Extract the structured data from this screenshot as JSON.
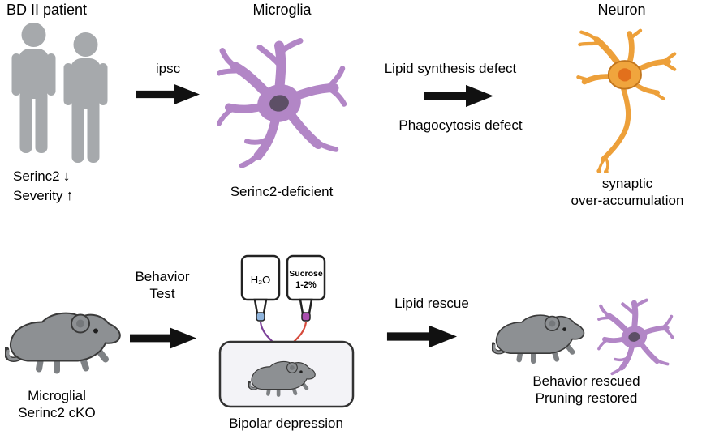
{
  "colors": {
    "person_gray": "#a6a9ac",
    "microglia_purple": "#b286c6",
    "microglia_nucleus": "#5d4f66",
    "neuron_orange": "#f0a53d",
    "neuron_nucleus": "#e2701c",
    "mouse_gray": "#8d9093",
    "arrow_black": "#111111",
    "water_cap_blue": "#8fb4dc",
    "sucrose_cap_purple": "#aa4fae",
    "drip_left_purple": "#7b3f98",
    "drip_right_red": "#d64a3b"
  },
  "top": {
    "patient_title": "BD II patient",
    "serinc2_label": "Serinc2",
    "serinc2_arrow": "↓",
    "severity_label": "Severity",
    "severity_arrow": "↑",
    "ipsc_label": "ipsc",
    "microglia_title": "Microglia",
    "microglia_caption": "Serinc2-deficient",
    "defect_label_1": "Lipid synthesis defect",
    "defect_label_2": "Phagocytosis defect",
    "neuron_title": "Neuron",
    "neuron_caption_1": "synaptic",
    "neuron_caption_2": "over-accumulation"
  },
  "bottom": {
    "mouse_caption_1": "Microglial",
    "mouse_caption_2": "Serinc2 cKO",
    "behavior_label_1": "Behavior",
    "behavior_label_2": "Test",
    "bottle_water_label": "H₂O",
    "bottle_sucrose_label_1": "Sucrose",
    "bottle_sucrose_label_2": "1-2%",
    "cage_caption": "Bipolar depression",
    "rescue_label": "Lipid rescue",
    "result_caption_1": "Behavior rescued",
    "result_caption_2": "Pruning restored"
  }
}
